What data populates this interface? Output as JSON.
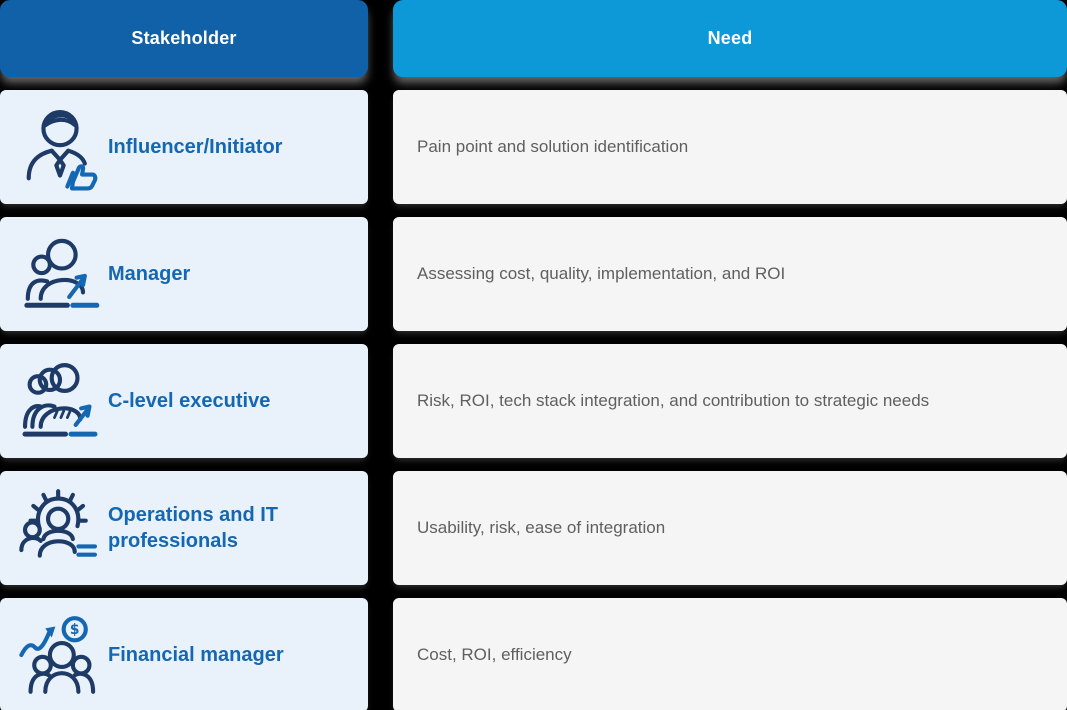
{
  "table": {
    "headers": {
      "stakeholder": "Stakeholder",
      "need": "Need"
    },
    "rows": [
      {
        "icon": "influencer-person-thumbs-up-icon",
        "stakeholder": "Influencer/Initiator",
        "need": "Pain point and solution identification"
      },
      {
        "icon": "manager-people-growth-icon",
        "stakeholder": "Manager",
        "need": "Assessing cost, quality, implementation, and ROI"
      },
      {
        "icon": "executive-team-growth-icon",
        "stakeholder": "C-level executive",
        "need": "Risk, ROI, tech stack integration, and contribution to strategic needs"
      },
      {
        "icon": "operations-gear-person-icon",
        "stakeholder": "Operations and IT professionals",
        "need": "Usability, risk, ease of integration"
      },
      {
        "icon": "financial-growth-dollar-icon",
        "stakeholder": "Financial manager",
        "need": "Cost, ROI, efficiency"
      }
    ]
  },
  "colors": {
    "stakeholder_header_bg": "#1161a9",
    "need_header_bg": "#0d99d8",
    "stakeholder_cell_bg": "#e9f2fa",
    "need_cell_bg": "#f5f5f6",
    "label_blue": "#1467b2",
    "icon_navy": "#1e3a66",
    "need_text_gray": "#5f5f5f",
    "page_bg": "#000000"
  },
  "chart_data": {
    "type": "table",
    "columns": [
      "Stakeholder",
      "Need"
    ],
    "rows": [
      [
        "Influencer/Initiator",
        "Pain point and solution identification"
      ],
      [
        "Manager",
        "Assessing cost, quality, implementation, and ROI"
      ],
      [
        "C-level executive",
        "Risk, ROI, tech stack integration, and contribution to strategic needs"
      ],
      [
        "Operations and IT professionals",
        "Usability, risk, ease of integration"
      ],
      [
        "Financial manager",
        "Cost, ROI, efficiency"
      ]
    ],
    "title": ""
  }
}
